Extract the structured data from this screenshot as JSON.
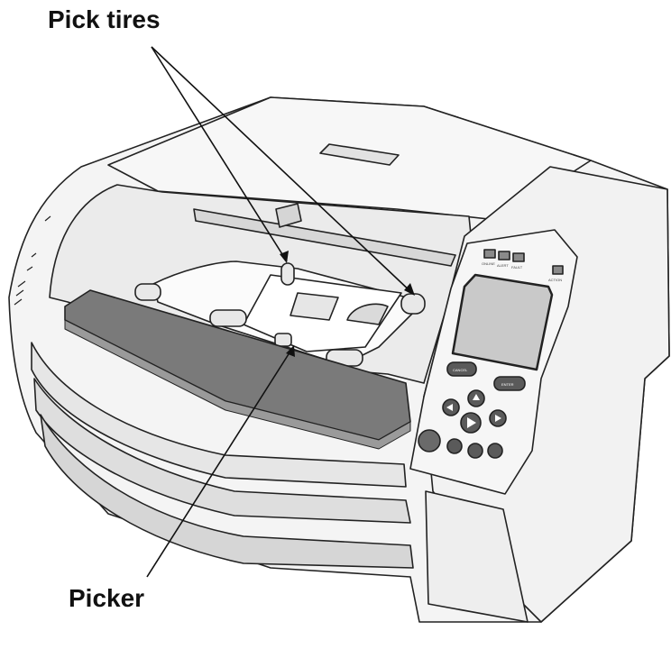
{
  "callouts": {
    "pick_tires": "Pick tires",
    "picker": "Picker"
  },
  "panel_labels": {
    "online": "ONLINE",
    "alert": "ALERT",
    "fault": "FAULT",
    "action": "ACTION",
    "cancel": "CANCEL",
    "enter": "ENTER"
  },
  "colors": {
    "outline": "#222222",
    "body": "#f4f4f4",
    "shade": "#dcdcdc",
    "dark_tray": "#7a7a7a",
    "lcd": "#c9c9c9",
    "buttons": "#5a5a5a",
    "text": "#111111"
  }
}
